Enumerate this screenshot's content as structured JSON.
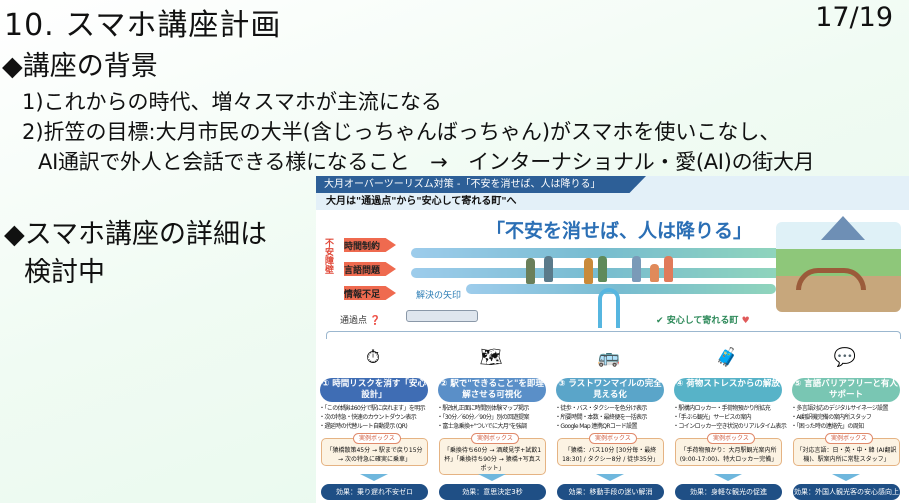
{
  "slide": {
    "title": "10. スマホ講座計画",
    "page": "17/19",
    "heading1": "◆講座の背景",
    "line1": "1)これからの時代、増々スマホが主流になる",
    "line2": "2)折笠の目標:大月市民の大半(含じっちゃんばっちゃん)がスマホを使いこなし、",
    "line3": "AI通訳で外人と会話できる様になること　→　インターナショナル・愛(AI)の街大月",
    "heading2": "◆スマホ講座の詳細は",
    "heading2b": "検討中"
  },
  "infographic": {
    "title": "大月オーバーツーリズム対策 -「不安を消せば、人は降りる」",
    "subtitle": "大月は\"通過点\"から\"安心して寄れる町\"へ",
    "quote": "「不安を消せば、人は降りる」",
    "wall_label": "不安障壁",
    "obstacles": [
      "時間制約",
      "言語問題",
      "情報不足"
    ],
    "solve_label": "解決の矢印",
    "passing_label": "通過点",
    "safe_label": "安心して寄れる町",
    "example_label": "実例ボックス",
    "colors": [
      "#3f6db4",
      "#5a8fc8",
      "#5aa5c9",
      "#57b3c8",
      "#79c6b3"
    ],
    "columns": [
      {
        "icon": "clock-shield-icon",
        "glyph": "⏱",
        "title": "① 時間リスクを消す「安心設計」",
        "bullets": [
          "・「この体験は60分で駅に戻れます」を明示",
          "・次の特急・快速のカウントダウン表示",
          "・遅延時の代替ルート自動提示 (QR)"
        ],
        "example": "「猿橋散策45分 → 駅まで戻り15分 → 次の特急に確実に乗車」",
        "effect": "効果：乗り遅れ不安ゼロ"
      },
      {
        "icon": "map-search-icon",
        "glyph": "🗺",
        "title": "② 駅で\"できること\"を即理解させる可視化",
        "bullets": [
          "・駅改札正面に時間別体験マップ掲示",
          "・「30分／60分／90分」別の回遊提案",
          "・富士急乗換+\"ついでに大月\"を強調"
        ],
        "example": "「乗換待ち60分 → 酒蔵見学+試飲1杯」「乗換待ち90分 → 猿橋+写真スポット」",
        "effect": "効果：意思決定3秒"
      },
      {
        "icon": "transport-icon",
        "glyph": "🚌",
        "title": "③ ラストワンマイルの完全見える化",
        "bullets": [
          "・徒歩・バス・タクシーを色分け表示",
          "・所要時間・本数・最終便を一括表示",
          "・Google Map 連携QRコード設置"
        ],
        "example": "「猿橋：バス10分 [30分毎・最終18:30] / タクシー8分 / 徒歩35分」",
        "effect": "効果：移動手段の迷い解消"
      },
      {
        "icon": "luggage-icon",
        "glyph": "🧳",
        "title": "④ 荷物ストレスからの解放",
        "bullets": [
          "・駅構内ロッカー・手荷物預かり所拡充",
          "・「手ぶら観光」サービスの案内",
          "・コインロッカー空き状況のリアルタイム表示"
        ],
        "example": "「手荷物預かり：大月駅観光案内所 (9:00-17:00)、特大ロッカー完備」",
        "effect": "効果：身軽な観光の促進"
      },
      {
        "icon": "translation-staff-icon",
        "glyph": "💬",
        "title": "⑤ 言語バリアフリーと有人サポート",
        "bullets": [
          "・多言語対応のデジタルサイネージ設置",
          "・AI翻訳機完備の案内所スタッフ",
          "・「困った時の連絡先」の周知"
        ],
        "example": "「対応言語：日・英・中・韓 (AI翻訳機)、駅案内所に常駐スタッフ」",
        "effect": "効果：外国人観光客の安心感向上"
      }
    ]
  }
}
